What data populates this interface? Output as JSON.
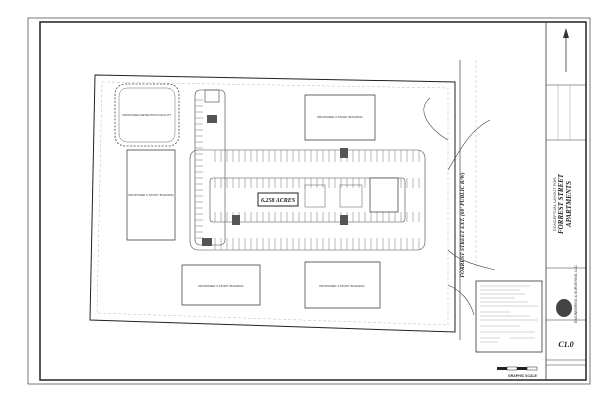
{
  "sheet": {
    "project_title": {
      "line1": "CONCEPTUAL LAYOUT FOR:",
      "line2": "FORREST STREET",
      "line3": "APARTMENTS"
    },
    "sheet_number": "C1.0",
    "graphic_scale": "GRAPHIC SCALE",
    "company": "ENGINEERING & SURVEYING, LLC"
  },
  "site": {
    "acreage": "6.258 ACRES",
    "street": "FORREST STREET EXT. (60' PUBLIC R/W)",
    "buildings": [
      {
        "label": "PROPOSED 3 STORY BUILDING"
      },
      {
        "label": "PROPOSED 3 STORY BUILDING"
      },
      {
        "label": "PROPOSED 3 STORY BUILDING"
      },
      {
        "label": "PROPOSED 3 STORY BUILDING"
      }
    ],
    "detention": "PROPOSED DETENTION FACILITY"
  },
  "colors": {
    "line": "#333333",
    "paper": "#ffffff"
  }
}
